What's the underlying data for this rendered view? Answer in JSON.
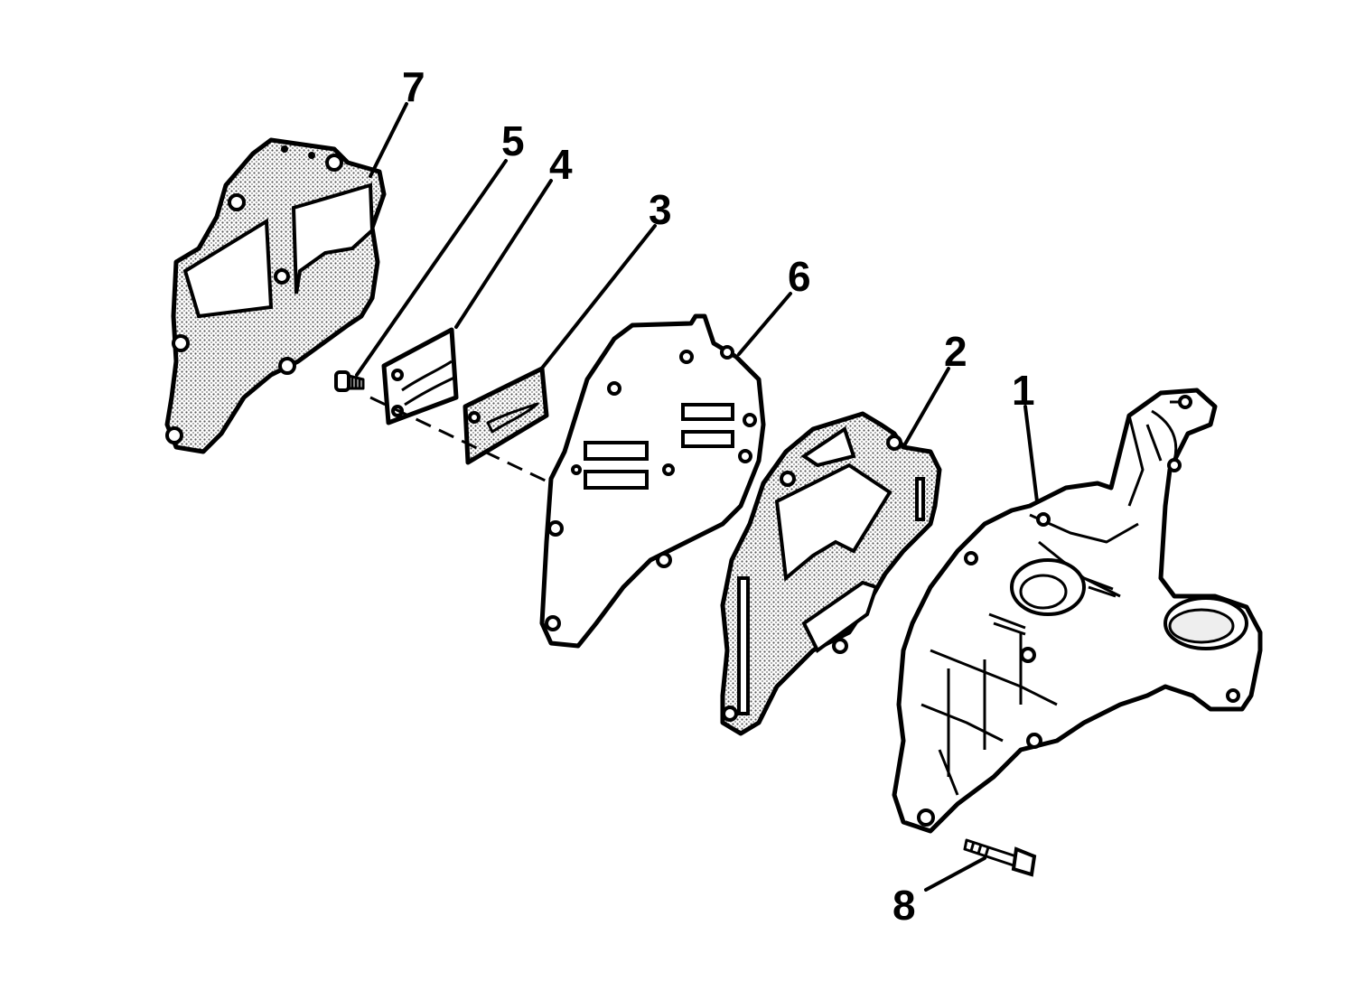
{
  "diagram": {
    "callouts": [
      {
        "id": "1",
        "label": "1"
      },
      {
        "id": "2",
        "label": "2"
      },
      {
        "id": "3",
        "label": "3"
      },
      {
        "id": "4",
        "label": "4"
      },
      {
        "id": "5",
        "label": "5"
      },
      {
        "id": "6",
        "label": "6"
      },
      {
        "id": "7",
        "label": "7"
      },
      {
        "id": "8",
        "label": "8"
      }
    ],
    "colors": {
      "ink": "#000000",
      "paper": "#ffffff",
      "stipple": "#777777"
    }
  }
}
